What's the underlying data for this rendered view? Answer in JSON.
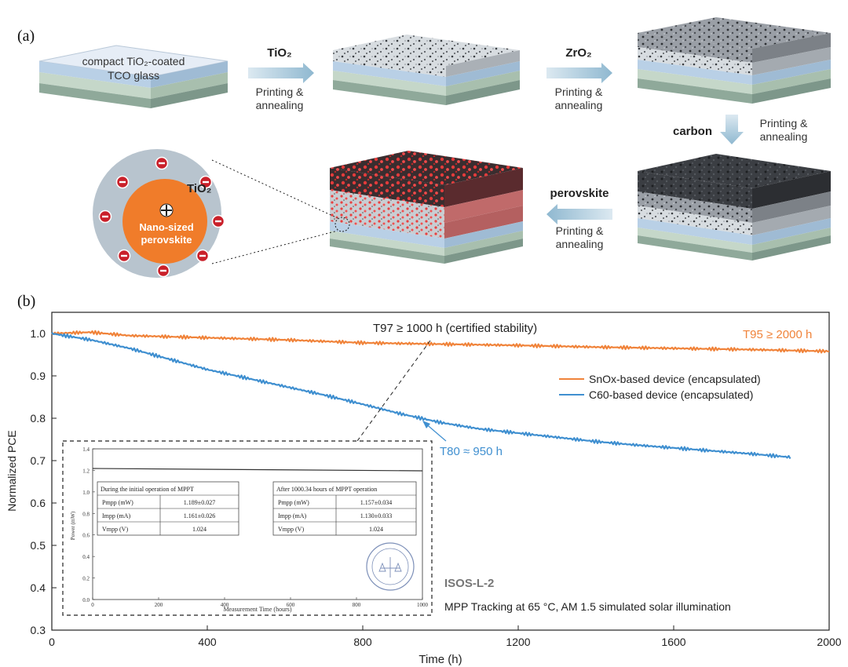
{
  "panel_a": {
    "label": "(a)",
    "step1_label_line1": "compact TiO₂-coated",
    "step1_label_line2": "TCO glass",
    "arrow1_material": "TiO₂",
    "arrow1_process_line1": "Printing &",
    "arrow1_process_line2": "annealing",
    "arrow2_material": "ZrO₂",
    "arrow2_process_line1": "Printing &",
    "arrow2_process_line2": "annealing",
    "arrow3_material": "carbon",
    "arrow3_process_line1": "Printing &",
    "arrow3_process_line2": "annealing",
    "arrow4_material": "perovskite",
    "arrow4_process_line1": "Printing &",
    "arrow4_process_line2": "annealing",
    "circle_label_top": "TiO₂",
    "circle_label_line1": "Nano-sized",
    "circle_label_line2": "perovskite",
    "colors": {
      "perovskite": "#f07c2a",
      "charge": "#c9202a",
      "arrow": "#9fc4d8"
    }
  },
  "panel_b": {
    "label": "(b)",
    "annotation_top": "T97 ≥ 1000 h (certified stability)",
    "annotation_t95": "T95 ≥ 2000 h",
    "annotation_t80": "T80 ≈ 950 h",
    "protocol": "ISOS-L-2",
    "conditions": "MPP Tracking at 65 °C, AM 1.5 simulated solar illumination",
    "inset": {
      "ylabel": "Power (mW)",
      "xlabel": "Measurement Time (hours)",
      "yticks": [
        "1.4",
        "1.2",
        "1.0",
        "0.8",
        "0.6",
        "0.4",
        "0.2",
        "0.0"
      ],
      "xticks": [
        "0",
        "200",
        "400",
        "600",
        "800",
        "1000"
      ],
      "table_left": {
        "title": "During the initial operation of MPPT",
        "rows": [
          {
            "param": "Pmpp (mW)",
            "value": "1.189±0.027"
          },
          {
            "param": "Impp (mA)",
            "value": "1.161±0.026"
          },
          {
            "param": "Vmpp (V)",
            "value": "1.024"
          }
        ]
      },
      "table_right": {
        "title": "After 1000.34 hours of MPPT operation",
        "rows": [
          {
            "param": "Pmpp (mW)",
            "value": "1.157±0.034"
          },
          {
            "param": "Impp (mA)",
            "value": "1.130±0.033"
          },
          {
            "param": "Vmpp (V)",
            "value": "1.024"
          }
        ]
      }
    }
  },
  "chart_data": {
    "type": "line",
    "xlabel": "Time (h)",
    "ylabel": "Normalized PCE",
    "xlim": [
      0,
      2000
    ],
    "ylim": [
      0.3,
      1.05
    ],
    "xticks": [
      0,
      400,
      800,
      1200,
      1600,
      2000
    ],
    "yticks": [
      0.3,
      0.4,
      0.5,
      0.6,
      0.7,
      0.8,
      0.9,
      1.0
    ],
    "legend_position": "right",
    "grid": false,
    "series": [
      {
        "name": "SnOx-based device (encapsulated)",
        "color": "#f0833a",
        "x": [
          0,
          100,
          200,
          400,
          600,
          800,
          1000,
          1200,
          1400,
          1600,
          1800,
          2000
        ],
        "y": [
          1.0,
          1.003,
          0.995,
          0.99,
          0.985,
          0.978,
          0.975,
          0.972,
          0.968,
          0.965,
          0.962,
          0.958
        ]
      },
      {
        "name": "C60-based device (encapsulated)",
        "color": "#3f8fd0",
        "x": [
          0,
          100,
          200,
          300,
          400,
          500,
          600,
          700,
          800,
          900,
          1000,
          1100,
          1200,
          1300,
          1400,
          1500,
          1600,
          1700,
          1800,
          1900
        ],
        "y": [
          1.0,
          0.985,
          0.965,
          0.94,
          0.915,
          0.895,
          0.875,
          0.855,
          0.833,
          0.81,
          0.79,
          0.775,
          0.765,
          0.755,
          0.745,
          0.737,
          0.73,
          0.723,
          0.716,
          0.708
        ]
      }
    ]
  }
}
